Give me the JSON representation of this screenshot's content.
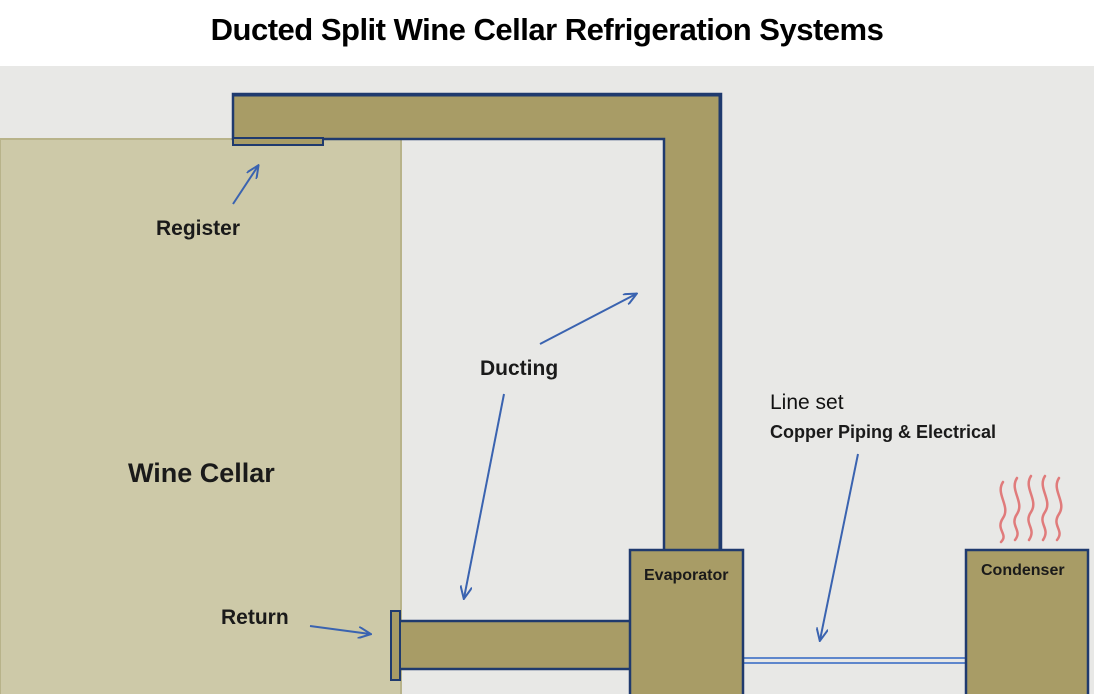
{
  "title": "Ducted Split Wine Cellar Refrigeration Systems",
  "labels": {
    "wine_cellar": "Wine Cellar",
    "register": "Register",
    "ducting": "Ducting",
    "return": "Return",
    "evaporator": "Evaporator",
    "condenser": "Condenser",
    "line_set": "Line set",
    "line_set_detail": "Copper Piping & Electrical"
  },
  "colors": {
    "background": "#e8e8e6",
    "cellar_fill": "#cdc9a8",
    "duct_fill": "#a89c66",
    "duct_outline": "#1f3a6e",
    "arrow": "#3a63b0",
    "heat_waves": "#e07b7b",
    "line_set": "#4a78c8"
  }
}
